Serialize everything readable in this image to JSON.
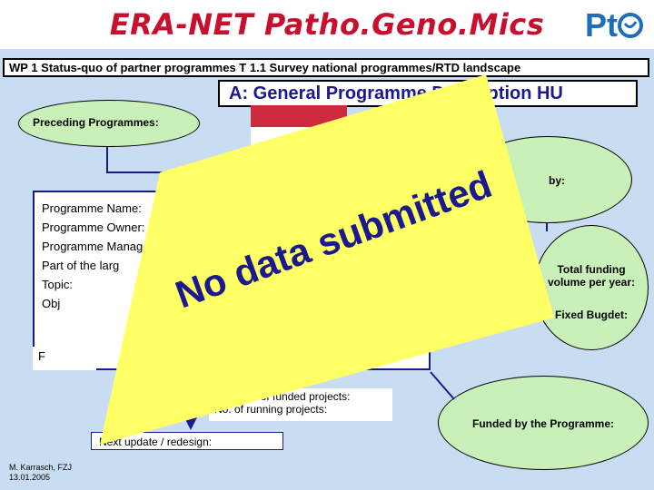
{
  "header": {
    "title": "ERA-NET Patho.Geno.Mics",
    "logo_text": "Pt"
  },
  "wp_bar": "WP 1 Status-quo of partner programmes T 1.1 Survey national programmes/RTD landscape",
  "section_title": "A: General Programme Description HU",
  "preceding": "Preceding Programmes:",
  "financed_by": "by:",
  "funding": {
    "total": "Total funding volume per year:",
    "fixed": "Fixed Bugdet:"
  },
  "funded_by_programme": "Funded by the Programme:",
  "fields": [
    "Programme Name:",
    "Programme Owner:",
    "Programme Managem",
    "Part of the larg",
    "Topic:",
    "Obj"
  ],
  "lower_field": "F",
  "projects": {
    "total": "Total No. of funded projects:",
    "running": "No. of running projects:"
  },
  "next_update": "Next update / redesign:",
  "footer": {
    "author": "M. Karrasch, FZJ",
    "date": "13.01.2005"
  },
  "overlay": {
    "text": "No data submitted",
    "color": "#ffff66"
  },
  "colors": {
    "title": "#c8102e",
    "slide_bg": "#c9ddf2",
    "ellipse": "#c8f0b8",
    "box_border": "#1a1a8c",
    "flag_red": "#cd2a3e",
    "flag_green": "#436f4d"
  }
}
